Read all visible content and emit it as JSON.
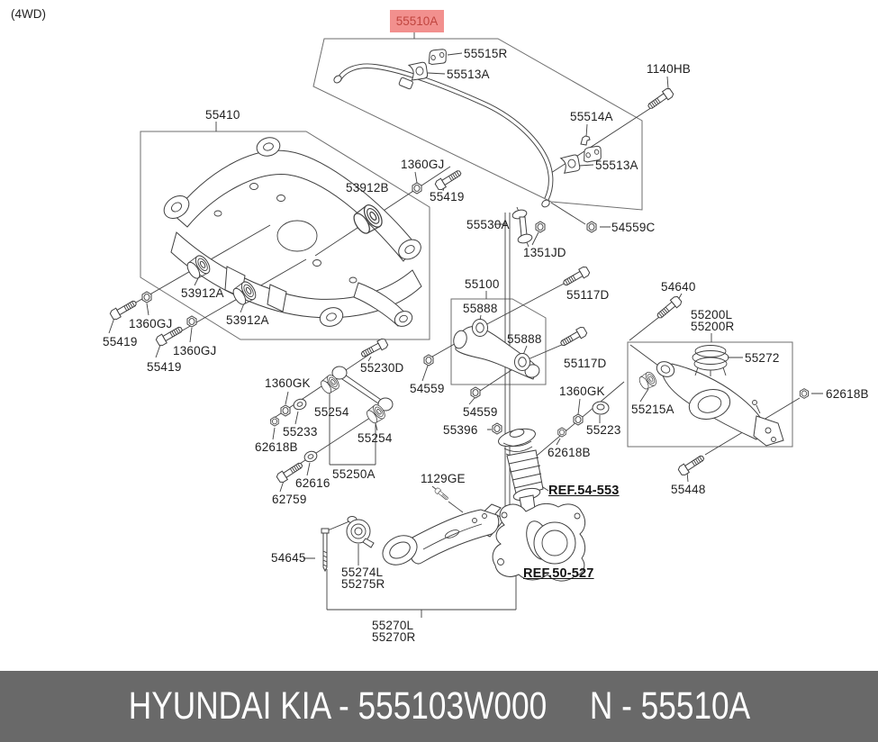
{
  "page": {
    "drive_type_note": "(4WD)"
  },
  "selected_callout": {
    "text": "55510A"
  },
  "callouts": [
    {
      "text": "55515R"
    },
    {
      "text": "55513A"
    },
    {
      "text": "1140HB"
    },
    {
      "text": "55410"
    },
    {
      "text": "55514A"
    },
    {
      "text": "55513A"
    },
    {
      "text": "1360GJ"
    },
    {
      "text": "53912B"
    },
    {
      "text": "55419"
    },
    {
      "text": "55530A"
    },
    {
      "text": "1351JD"
    },
    {
      "text": "54559C"
    },
    {
      "text": "53912A"
    },
    {
      "text": "53912A"
    },
    {
      "text": "1360GJ"
    },
    {
      "text": "55419"
    },
    {
      "text": "1360GJ"
    },
    {
      "text": "55419"
    },
    {
      "text": "55100"
    },
    {
      "text": "55888"
    },
    {
      "text": "55888"
    },
    {
      "text": "55117D"
    },
    {
      "text": "55117D"
    },
    {
      "text": "54640"
    },
    {
      "text": "55200L"
    },
    {
      "text": "55200R"
    },
    {
      "text": "55272"
    },
    {
      "text": "62618B"
    },
    {
      "text": "55215A"
    },
    {
      "text": "1360GK"
    },
    {
      "text": "55223"
    },
    {
      "text": "62618B"
    },
    {
      "text": "55396"
    },
    {
      "text": "54559"
    },
    {
      "text": "54559"
    },
    {
      "text": "55230D"
    },
    {
      "text": "1360GK"
    },
    {
      "text": "55254"
    },
    {
      "text": "55233"
    },
    {
      "text": "62618B"
    },
    {
      "text": "55254"
    },
    {
      "text": "55250A"
    },
    {
      "text": "62616"
    },
    {
      "text": "62759"
    },
    {
      "text": "1129GE"
    },
    {
      "text": "REF.54-553"
    },
    {
      "text": "54645"
    },
    {
      "text": "55274L"
    },
    {
      "text": "55275R"
    },
    {
      "text": "REF.50-527"
    },
    {
      "text": "55270L"
    },
    {
      "text": "55270R"
    },
    {
      "text": "55448"
    }
  ],
  "footer": {
    "brand_text": "HYUNDAI KIA - 555103W000",
    "part_ref_text": "N - 55510A"
  },
  "colors": {
    "highlight_bg": "#f2908e",
    "highlight_text": "#c0453f",
    "banner_bg": "#696969",
    "banner_text": "#ffffff"
  }
}
